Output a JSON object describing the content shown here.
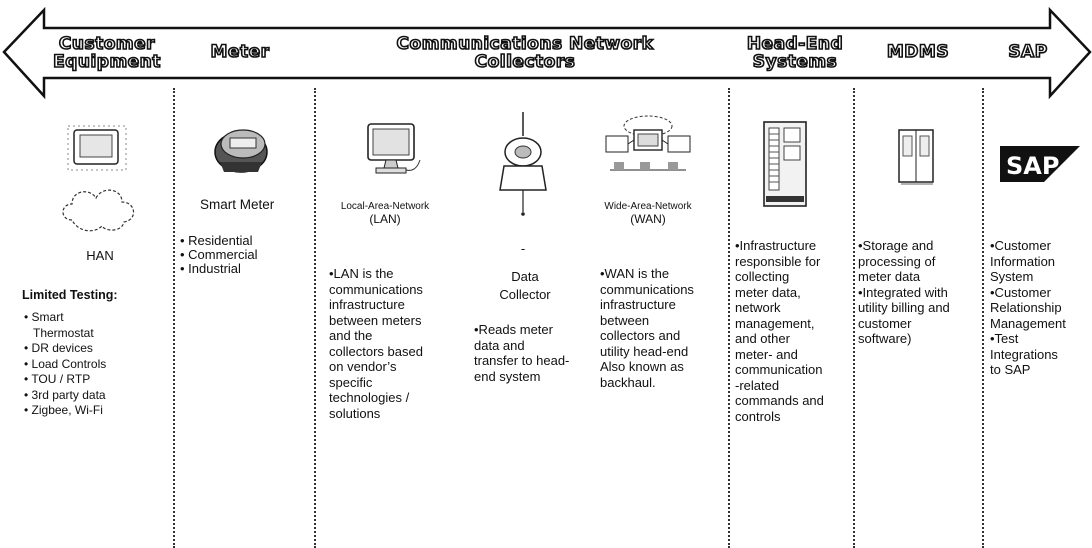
{
  "headers": {
    "customer": [
      "Customer",
      "Equipment"
    ],
    "meter": "Meter",
    "comms": [
      "Communications Network",
      "Collectors"
    ],
    "headend": [
      "Head-End",
      "Systems"
    ],
    "mdms": "MDMS",
    "sap": "SAP"
  },
  "customer": {
    "han_label": "HAN",
    "testing_title": "Limited Testing:",
    "items": [
      "• Smart",
      "Thermostat",
      "• DR devices",
      "• Load Controls",
      "• TOU / RTP",
      "• 3rd party data",
      "• Zigbee, Wi-Fi"
    ]
  },
  "meter": {
    "title": "Smart Meter",
    "items": [
      "• Residential",
      "• Commercial",
      "• Industrial"
    ]
  },
  "lan": {
    "title": [
      "Local-Area-Network",
      "(LAN)"
    ],
    "desc": [
      "•LAN is the",
      "communications",
      "infrastructure",
      "between meters",
      "and the",
      "collectors based",
      "on vendor’s",
      "specific",
      "technologies /",
      "solutions"
    ]
  },
  "collector": {
    "dash": "-",
    "title": [
      "Data",
      "Collector"
    ],
    "desc": [
      "•Reads meter",
      "data and",
      "transfer to head-",
      "end system"
    ]
  },
  "wan": {
    "title": [
      "Wide-Area-Network",
      "(WAN)"
    ],
    "desc": [
      "•WAN is the",
      "communications",
      "infrastructure",
      "between",
      "collectors and",
      "utility head-end",
      "Also known as",
      "backhaul."
    ]
  },
  "headend": {
    "desc": [
      "•Infrastructure",
      "responsible for",
      "collecting",
      "meter data,",
      "network",
      "management,",
      "and other",
      "meter- and",
      "communication",
      "-related",
      "commands and",
      "controls"
    ]
  },
  "mdms": {
    "desc": [
      "•Storage  and",
      "processing of",
      "meter data",
      "•Integrated with",
      "utility billing and",
      "customer",
      "software)"
    ]
  },
  "sap": {
    "logo": "SAP",
    "desc": [
      "•Customer",
      "Information",
      "System",
      "•Customer",
      "Relationship",
      "Management",
      "•Test",
      "Integrations",
      "to SAP"
    ]
  }
}
